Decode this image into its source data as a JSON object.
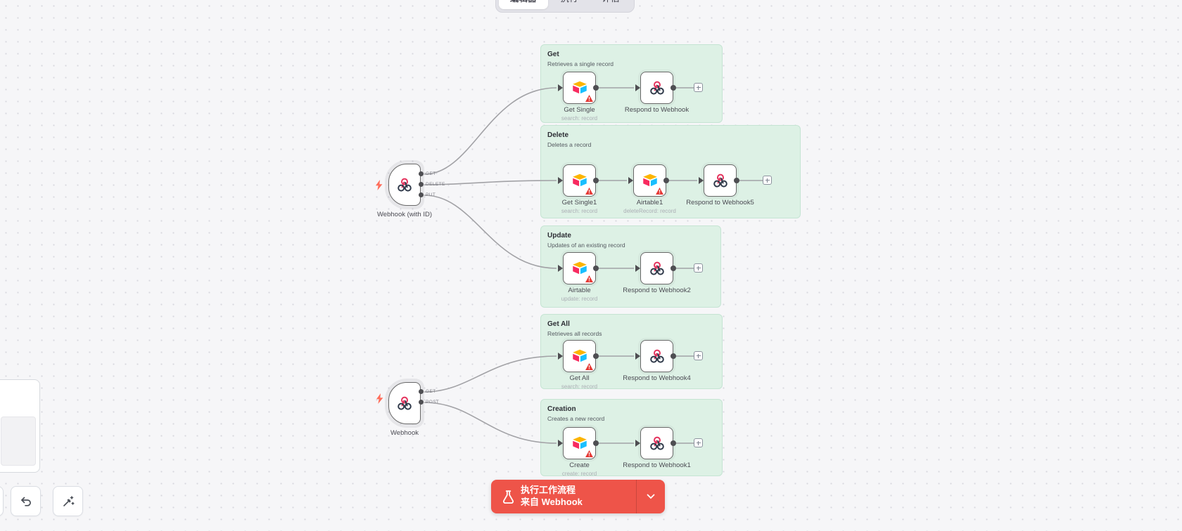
{
  "header": {
    "tabs": [
      {
        "label": "编辑器",
        "active": true
      },
      {
        "label": "执行",
        "active": false
      },
      {
        "label": "评估",
        "active": false
      }
    ]
  },
  "canvas": {
    "triggers": [
      {
        "name": "Webhook (with ID)",
        "outputs": [
          "GET",
          "DELETE",
          "PUT"
        ]
      },
      {
        "name": "Webhook",
        "outputs": [
          "GET",
          "POST"
        ]
      }
    ],
    "groups": [
      {
        "title": "Get",
        "subtitle": "Retrieves a single record",
        "nodes": [
          {
            "name": "Get Single",
            "subtitle": "search: record"
          },
          {
            "name": "Respond to Webhook",
            "subtitle": ""
          }
        ]
      },
      {
        "title": "Delete",
        "subtitle": "Deletes a record",
        "nodes": [
          {
            "name": "Get Single1",
            "subtitle": "search: record"
          },
          {
            "name": "Airtable1",
            "subtitle": "deleteRecord: record"
          },
          {
            "name": "Respond to Webhook5",
            "subtitle": ""
          }
        ]
      },
      {
        "title": "Update",
        "subtitle": "Updates of an existing record",
        "nodes": [
          {
            "name": "Airtable",
            "subtitle": "update: record"
          },
          {
            "name": "Respond to Webhook2",
            "subtitle": ""
          }
        ]
      },
      {
        "title": "Get All",
        "subtitle": "Retrieves all records",
        "nodes": [
          {
            "name": "Get All",
            "subtitle": "search: record"
          },
          {
            "name": "Respond to Webhook4",
            "subtitle": ""
          }
        ]
      },
      {
        "title": "Creation",
        "subtitle": "Creates a new record",
        "nodes": [
          {
            "name": "Create",
            "subtitle": "create: record"
          },
          {
            "name": "Respond to Webhook1",
            "subtitle": ""
          }
        ]
      }
    ]
  },
  "controls": {
    "execute_line1": "执行工作流程",
    "execute_line2": "来自 Webhook"
  },
  "colors": {
    "canvas_bg": "#f6f6f8",
    "group_bg": "#ddf1e5",
    "group_border": "#c5e4d3",
    "node_border": "#686868",
    "wire_gray": "#a2a2a6",
    "execute_button_red": "#ee5449",
    "warning_red": "#e53935",
    "bolt_orange": "#ff6d5a",
    "airtable_yellow": "#fcb400",
    "airtable_blue": "#18bfff",
    "airtable_red": "#f82b60",
    "webhook_pink": "#e4315c",
    "webhook_dark": "#303a4a"
  }
}
